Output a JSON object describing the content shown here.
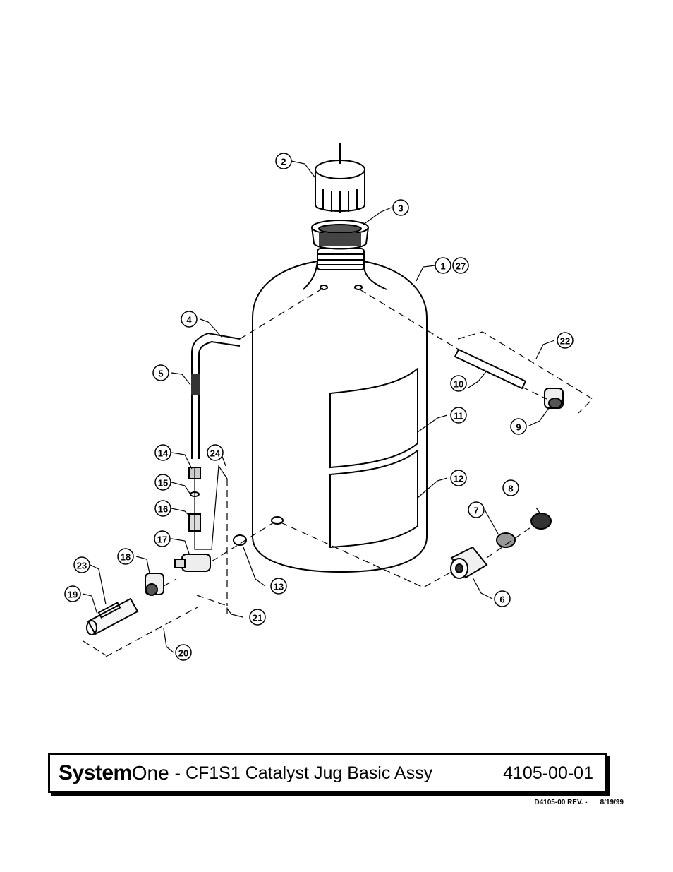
{
  "callouts": [
    "1",
    "2",
    "3",
    "4",
    "5",
    "6",
    "7",
    "8",
    "9",
    "10",
    "11",
    "12",
    "13",
    "14",
    "15",
    "16",
    "17",
    "18",
    "19",
    "20",
    "21",
    "22",
    "23",
    "24",
    "27"
  ],
  "title_block": {
    "brand_bold": "System",
    "brand_light": "One",
    "title": "- CF1S1 Catalyst Jug Basic Assy",
    "part_number": "4105-00-01",
    "drawing_rev": "D4105-00 REV. -",
    "date": "8/19/99"
  }
}
